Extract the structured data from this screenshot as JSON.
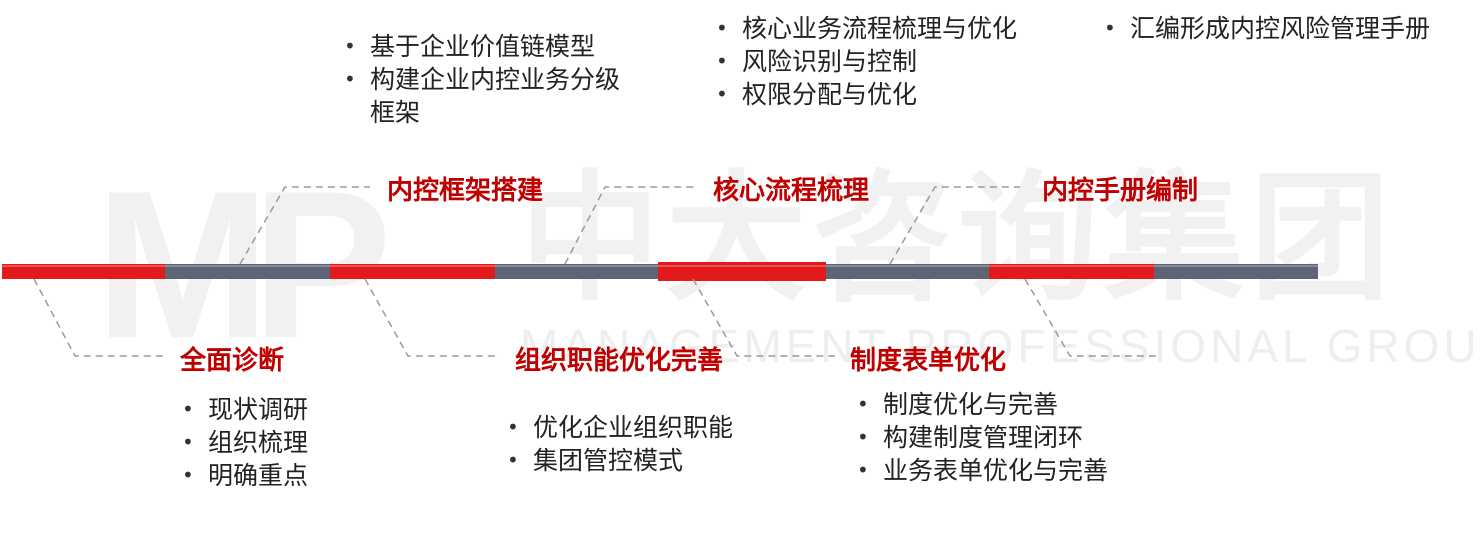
{
  "watermark": {
    "logo": "MP",
    "brand_cn": "中大咨询集团",
    "brand_en": "MANAGEMENT PROFESSIONAL GROUP"
  },
  "stages": [
    {
      "title": "全面诊断",
      "items": [
        "现状调研",
        "组织梳理",
        "明确重点"
      ]
    },
    {
      "title": "内控框架搭建",
      "items": [
        "基于企业价值链模型",
        "构建企业内控业务分级框架"
      ]
    },
    {
      "title": "组织职能优化完善",
      "items": [
        "优化企业组织职能",
        "集团管控模式"
      ]
    },
    {
      "title": "核心流程梳理",
      "items": [
        "核心业务流程梳理与优化",
        "风险识别与控制",
        "权限分配与优化"
      ]
    },
    {
      "title": "制度表单优化",
      "items": [
        "制度优化与完善",
        "构建制度管理闭环",
        "业务表单优化与完善"
      ]
    },
    {
      "title": "内控手册编制",
      "items": [
        "汇编形成内控风险管理手册"
      ]
    }
  ],
  "colors": {
    "accent_red": "#c00000",
    "bar_red": "#e31a1c",
    "bar_gray": "#5c6475",
    "connector": "#9a9a9a"
  }
}
